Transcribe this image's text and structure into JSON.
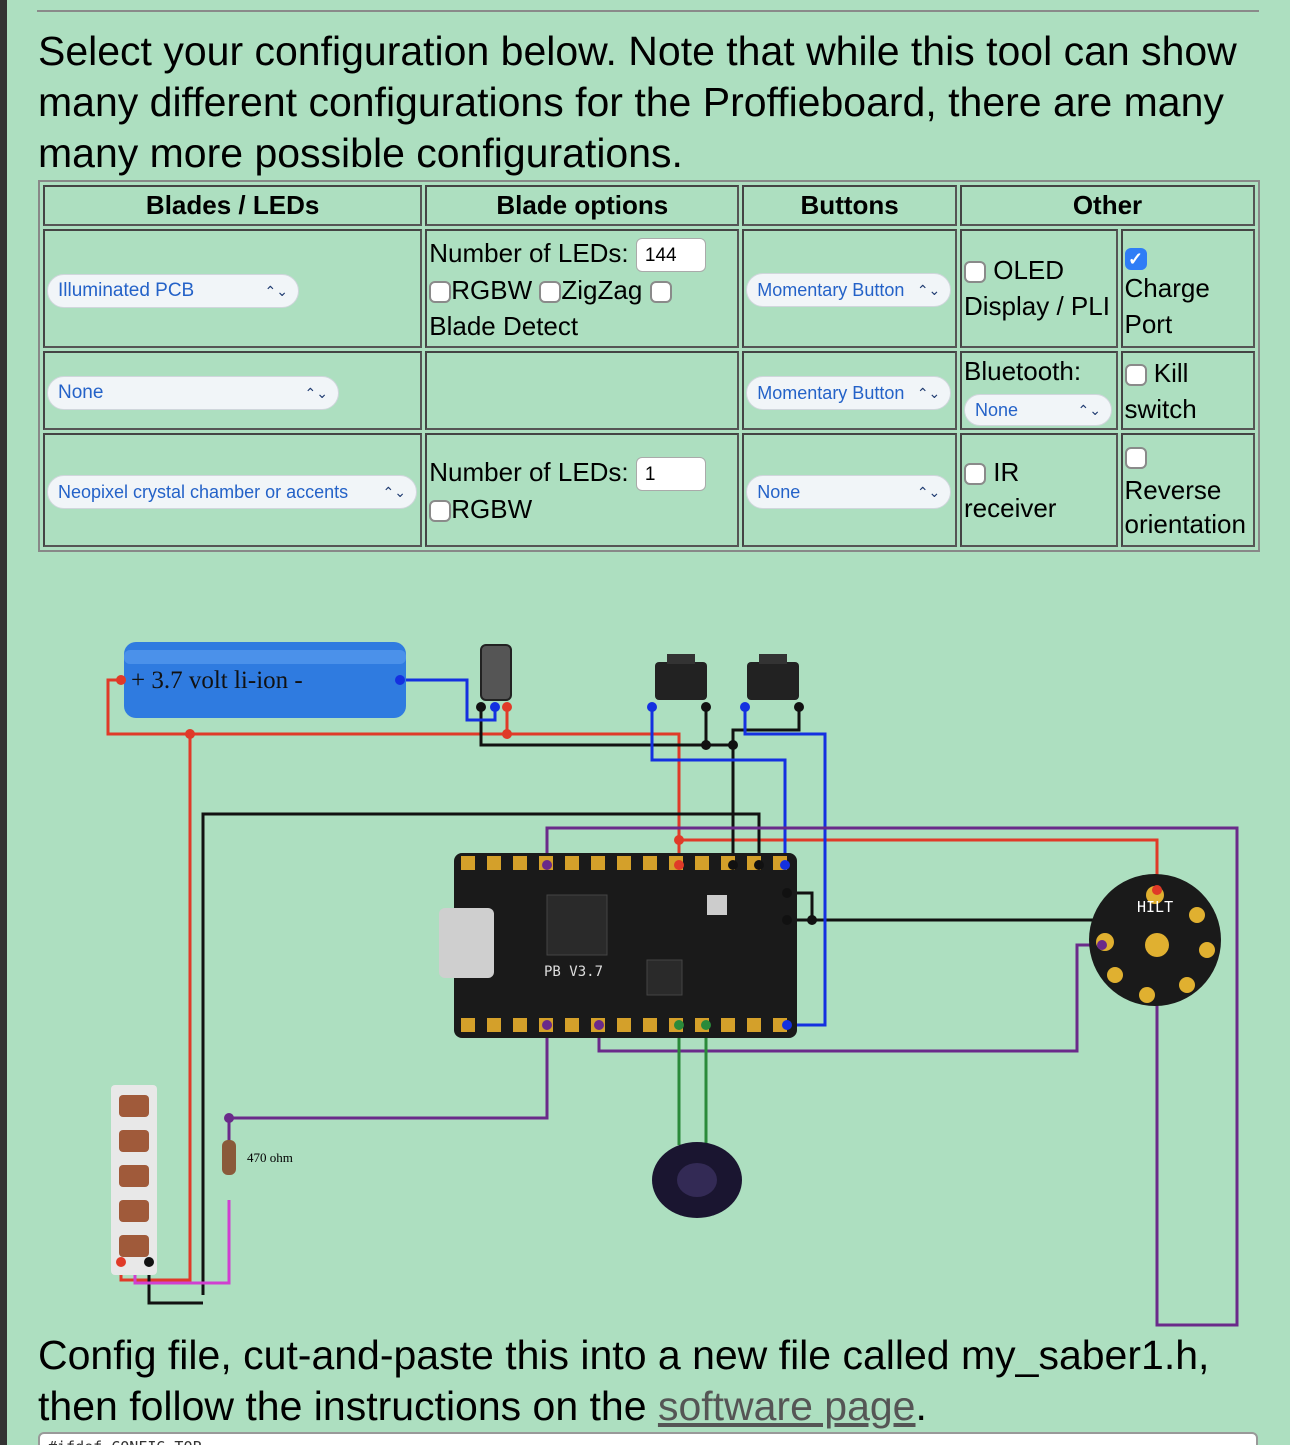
{
  "intro": "Select your configuration below. Note that while this tool can show many different configurations for the Proffieboard, there are many many more possible configurations.",
  "table": {
    "headers": [
      "Blades / LEDs",
      "Blade options",
      "Buttons",
      "Other"
    ],
    "row1": {
      "blade_select": "Illuminated PCB",
      "num_leds_label": "Number of LEDs:",
      "num_leds_value": "144",
      "rgbw_label": "RGBW",
      "zigzag_label": "ZigZag",
      "blade_detect_label": "Blade Detect",
      "button_select": "Momentary Button",
      "oled_label": "OLED Display / PLI",
      "charge_port_label": "Charge Port"
    },
    "row2": {
      "blade_select": "None",
      "button_select": "Momentary Button",
      "bluetooth_label": "Bluetooth:",
      "bluetooth_select": "None",
      "kill_switch_label": "Kill switch"
    },
    "row3": {
      "blade_select": "Neopixel crystal chamber or accents",
      "num_leds_label": "Number of LEDs:",
      "num_leds_value": "1",
      "rgbw_label": "RGBW",
      "button_select": "None",
      "ir_label": "IR receiver",
      "reverse_label": "Reverse orientation"
    }
  },
  "diagram": {
    "battery_label": "+ 3.7 volt li-ion -",
    "resistor_label": "470 ohm",
    "board_label": "PB V3.7",
    "hilt_label": "HILT",
    "colors": {
      "red": "#e03a28",
      "black": "#111111",
      "blue": "#1430e0",
      "purple": "#6a2a8a",
      "green": "#2a8a3a",
      "pink": "#d040d0"
    }
  },
  "outro": {
    "text_before": "Config file, cut-and-paste this into a new file called my_saber1.h, then follow the instructions on the ",
    "link_text": "software page",
    "text_after": "."
  },
  "code_first_line": "#ifdef CONFIG_TOP"
}
